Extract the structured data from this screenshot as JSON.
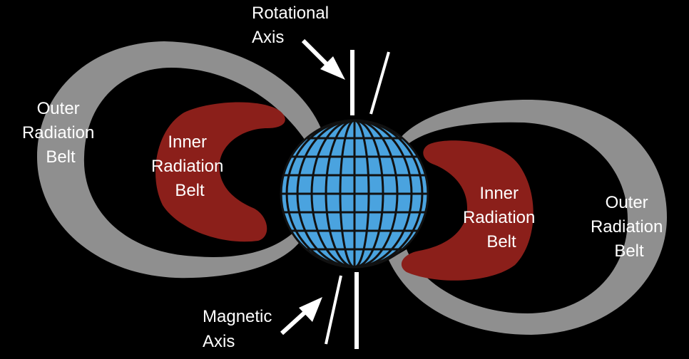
{
  "labels": {
    "rotational_axis": [
      "Rotational",
      "Axis"
    ],
    "magnetic_axis": [
      "Magnetic",
      "Axis"
    ],
    "outer_left": [
      "Outer",
      "Radiation",
      "Belt"
    ],
    "inner_left": [
      "Inner",
      "Radiation",
      "Belt"
    ],
    "inner_right": [
      "Inner",
      "Radiation",
      "Belt"
    ],
    "outer_right": [
      "Outer",
      "Radiation",
      "Belt"
    ]
  },
  "colors": {
    "background": "#000000",
    "outer_belt": "#8f8f8f",
    "inner_belt": "#8b1f1a",
    "earth": "#4aa3df",
    "grid": "#111111",
    "axis": "#ffffff",
    "text": "#ffffff"
  }
}
